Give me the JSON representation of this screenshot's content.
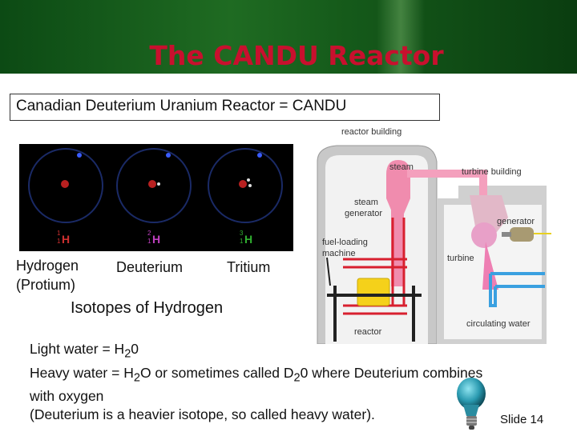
{
  "title": "The CANDU Reactor",
  "subtitle": "Canadian Deuterium Uranium Reactor = CANDU",
  "isotopes": {
    "labels": [
      "Hydrogen",
      "(Protium)",
      "Deuterium",
      "Tritium"
    ],
    "symbols": [
      {
        "mass": "1",
        "number": "1",
        "element": "H",
        "color": "#d03030"
      },
      {
        "mass": "2",
        "number": "1",
        "element": "H",
        "color": "#c040c0"
      },
      {
        "mass": "3",
        "number": "1",
        "element": "H",
        "color": "#30b030"
      }
    ],
    "caption": "Isotopes of Hydrogen"
  },
  "diagram": {
    "labels": {
      "reactor_building": "reactor building",
      "steam": "steam",
      "turbine_building": "turbine building",
      "steam_generator_1": "steam",
      "steam_generator_2": "generator",
      "generator": "generator",
      "fuel_loading_1": "fuel-loading",
      "fuel_loading_2": "machine",
      "turbine": "turbine",
      "reactor": "reactor",
      "circulating_water": "circulating water"
    }
  },
  "body": {
    "line1_prefix": "Light water = H",
    "line1_sub": "2",
    "line1_suffix": "0",
    "line2_prefix": "Heavy water = H",
    "line2_sub1": "2",
    "line2_mid": "O or sometimes called D",
    "line2_sub2": "2",
    "line2_suffix": "0 where Deuterium combines",
    "line3": "with oxygen",
    "line4": "(Deuterium is a heavier isotope, so called heavy water)."
  },
  "slide_number": "Slide 14"
}
